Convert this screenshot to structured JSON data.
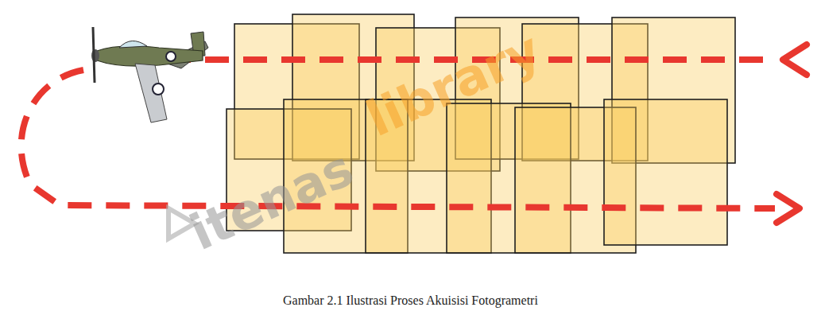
{
  "diagram": {
    "caption": "Gambar 2.1 Ilustrasi Proses Akuisisi Fotogrametri",
    "labels": [
      "itenas",
      "library"
    ]
  }
}
